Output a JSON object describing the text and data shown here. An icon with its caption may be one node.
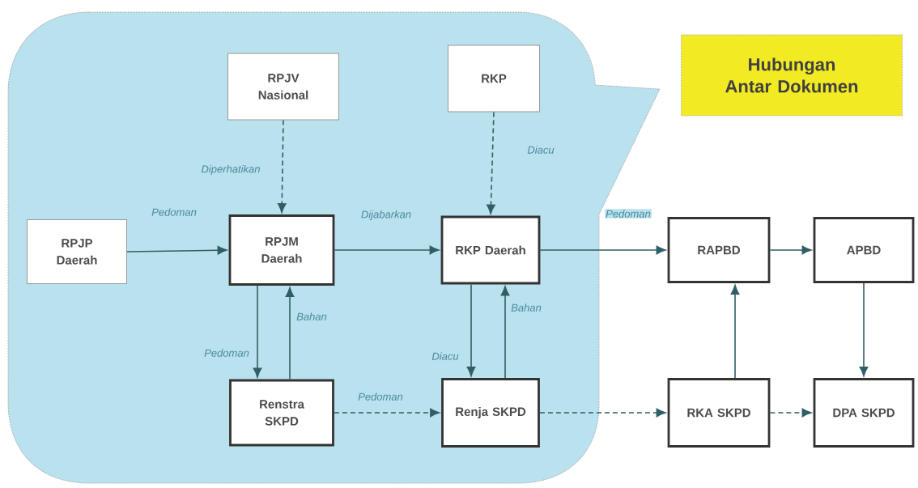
{
  "diagram": {
    "title": "Hubungan Antar Dokumen",
    "nodes": [
      {
        "text": [
          "RPJV Nasional"
        ]
      },
      {
        "text": [
          "RKP"
        ]
      },
      {
        "text": [
          "RPJP Daerah"
        ]
      },
      {
        "text": [
          "RPJM Daerah"
        ]
      },
      {
        "text": [
          "RKP Daerah"
        ]
      },
      {
        "text": [
          "RAPBD"
        ]
      },
      {
        "text": [
          "APBD"
        ]
      },
      {
        "text": [
          "Renstra SKPD"
        ]
      },
      {
        "text": [
          "Renja SKPD"
        ]
      },
      {
        "text": [
          "RKA SKPD"
        ]
      },
      {
        "text": [
          "DPA SKPD"
        ]
      }
    ],
    "edges": [
      {
        "from": 0,
        "to": 3,
        "arrow": "to",
        "label": "Diperhatikan",
        "style": "dashed"
      },
      {
        "from": 1,
        "to": 4,
        "arrow": "to",
        "label": "Diacu",
        "style": "dashed"
      },
      {
        "from": 2,
        "to": 3,
        "arrow": "to",
        "label": "Pedoman"
      },
      {
        "from": 3,
        "to": 4,
        "arrow": "to",
        "label": "Dijabarkan"
      },
      {
        "from": 4,
        "to": 5,
        "arrow": "to",
        "label": "Pedoman"
      },
      {
        "from": 5,
        "to": 6,
        "arrow": "to"
      },
      {
        "from": 3,
        "to": 7,
        "arrow": "to",
        "label": "Pedoman"
      },
      {
        "from": 7,
        "to": 3,
        "arrow": "to",
        "label": "Bahan"
      },
      {
        "from": 4,
        "to": 8,
        "arrow": "to",
        "label": "Diacu"
      },
      {
        "from": 8,
        "to": 4,
        "arrow": "to",
        "label": "Bahan"
      },
      {
        "from": 7,
        "to": 8,
        "arrow": "to",
        "label": "Pedoman",
        "style": "dashed"
      },
      {
        "from": 8,
        "to": 9,
        "arrow": "to",
        "style": "dashed"
      },
      {
        "from": 9,
        "to": 5,
        "arrow": "to"
      },
      {
        "from": 6,
        "to": 10,
        "arrow": "to"
      },
      {
        "from": 9,
        "to": 10,
        "arrow": "to",
        "style": "dashed"
      }
    ]
  }
}
